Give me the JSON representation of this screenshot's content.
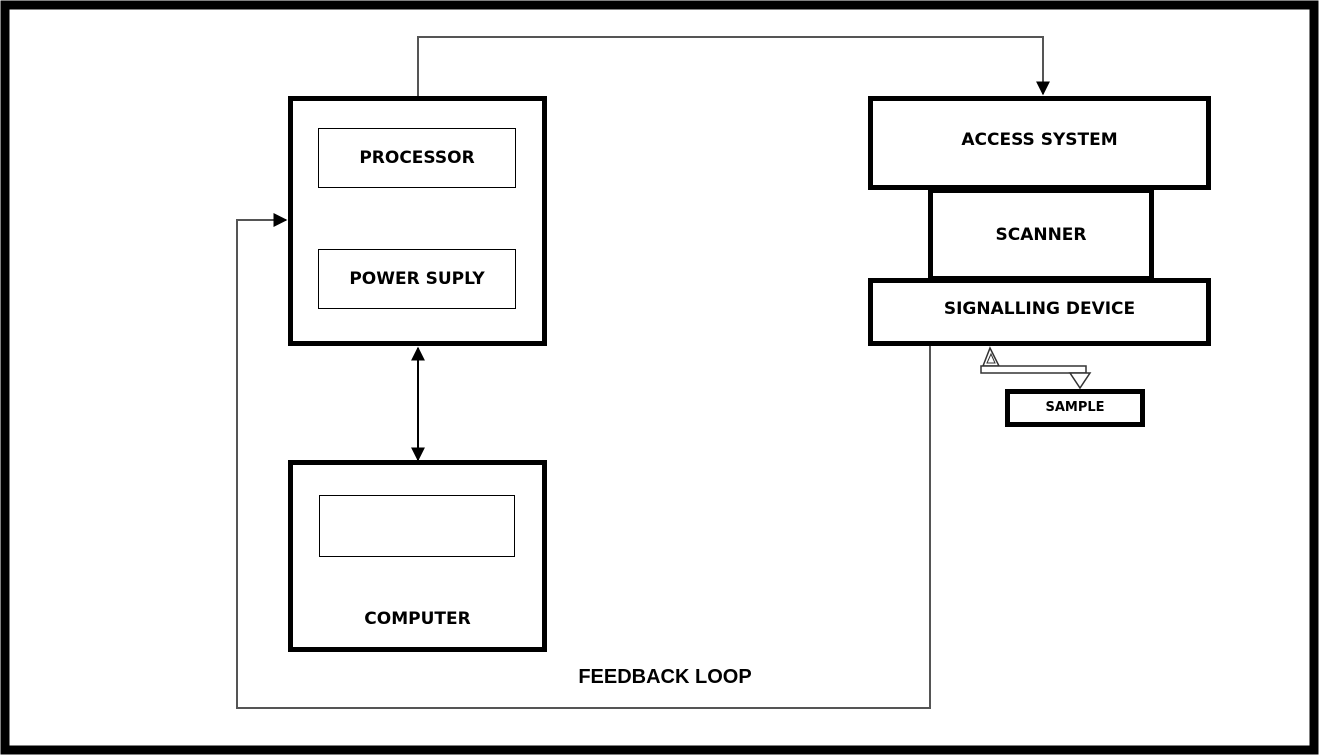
{
  "diagram": {
    "processor": "PROCESSOR",
    "power_supply": "POWER SUPLY",
    "computer": "COMPUTER",
    "access_system": "ACCESS SYSTEM",
    "scanner": "SCANNER",
    "signalling_device": "SIGNALLING DEVICE",
    "sample": "SAMPLE",
    "feedback_loop": "FEEDBACK LOOP"
  },
  "colors": {
    "line": "#000000",
    "connector": "#555555",
    "background": "#ffffff"
  }
}
